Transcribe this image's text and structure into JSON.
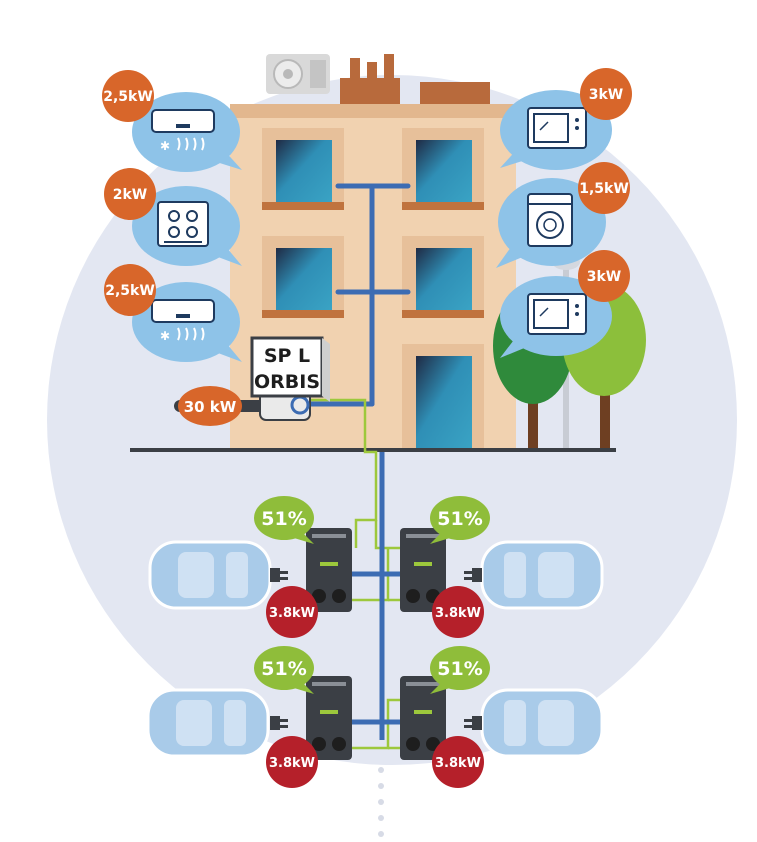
{
  "appliances": {
    "ac_top": "2,5kW",
    "hob": "2kW",
    "ac_bottom": "2,5kW",
    "microwave_top": "3kW",
    "washer": "1,5kW",
    "microwave_bottom": "3kW"
  },
  "meter": {
    "line1": "SP L",
    "line2": "ORBIS",
    "supply": "30 kW"
  },
  "chargers": [
    {
      "soc": "51%",
      "power": "3.8kW"
    },
    {
      "soc": "51%",
      "power": "3.8kW"
    },
    {
      "soc": "51%",
      "power": "3.8kW"
    },
    {
      "soc": "51%",
      "power": "3.8kW"
    }
  ],
  "colors": {
    "circle_bg": "#e3e7f2",
    "facade": "#f1d2b0",
    "facade_dark": "#e2b78e",
    "window": "#2f8fb6",
    "bubble": "#8ec3e8",
    "orange_badge": "#d8662a",
    "green_badge": "#8fbd3a",
    "red_badge": "#b5202a",
    "blue_cable": "#3c6cb3",
    "green_cable": "#9dc83c",
    "car": "#a9cbe9",
    "charger": "#3b3f45"
  }
}
